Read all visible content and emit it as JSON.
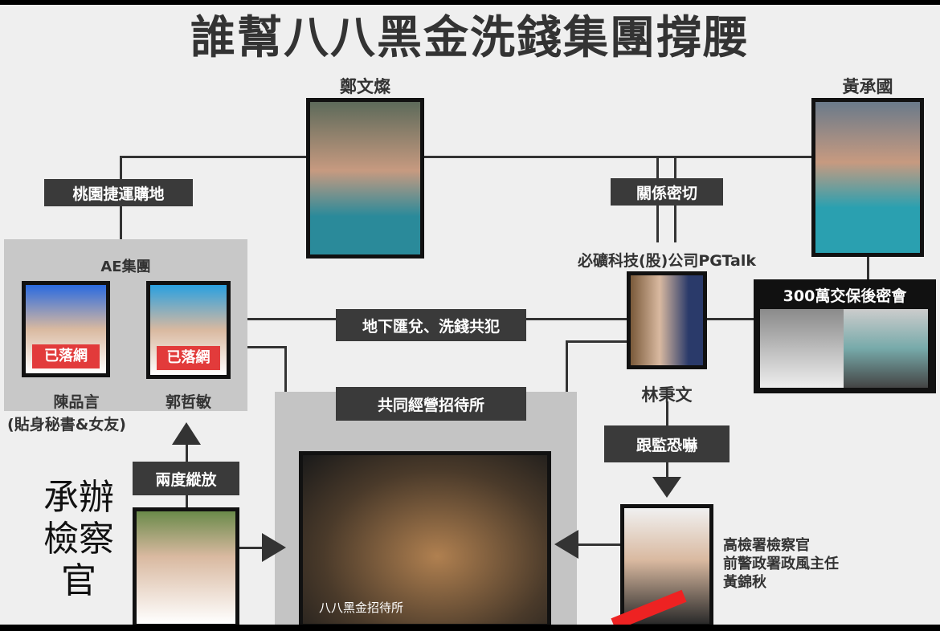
{
  "title": "誰幫八八黑金洗錢集團撐腰",
  "people": {
    "cheng": "鄭文燦",
    "huang": "黃承國",
    "lin": "林秉文",
    "chen": "陳品言",
    "chen_note": "(貼身秘書&女友)",
    "kuo": "郭哲敏",
    "huangjq_lines": [
      "高檢署檢察官",
      "前警政署政風主任",
      "黃錦秋"
    ]
  },
  "groups": {
    "ae": "AE集團",
    "company": "必礦科技(股)公司PGTalk",
    "meeting": "300萬交保後密會",
    "venue": "八八黑金招待所"
  },
  "badges": {
    "arrested": "已落網"
  },
  "relations": {
    "taoyuan": "桃園捷運購地",
    "close": "關係密切",
    "underground": "地下匯兌、洗錢共犯",
    "venue_joint": "共同經營招待所",
    "stalk": "跟監恐嚇",
    "release": "兩度縱放"
  },
  "prosecutor_label": [
    "承辦",
    "檢察",
    "官"
  ],
  "colors": {
    "badge": "#e23b3b",
    "label_bg": "#3a3a3a",
    "group_bg": "#c8c8c8"
  }
}
